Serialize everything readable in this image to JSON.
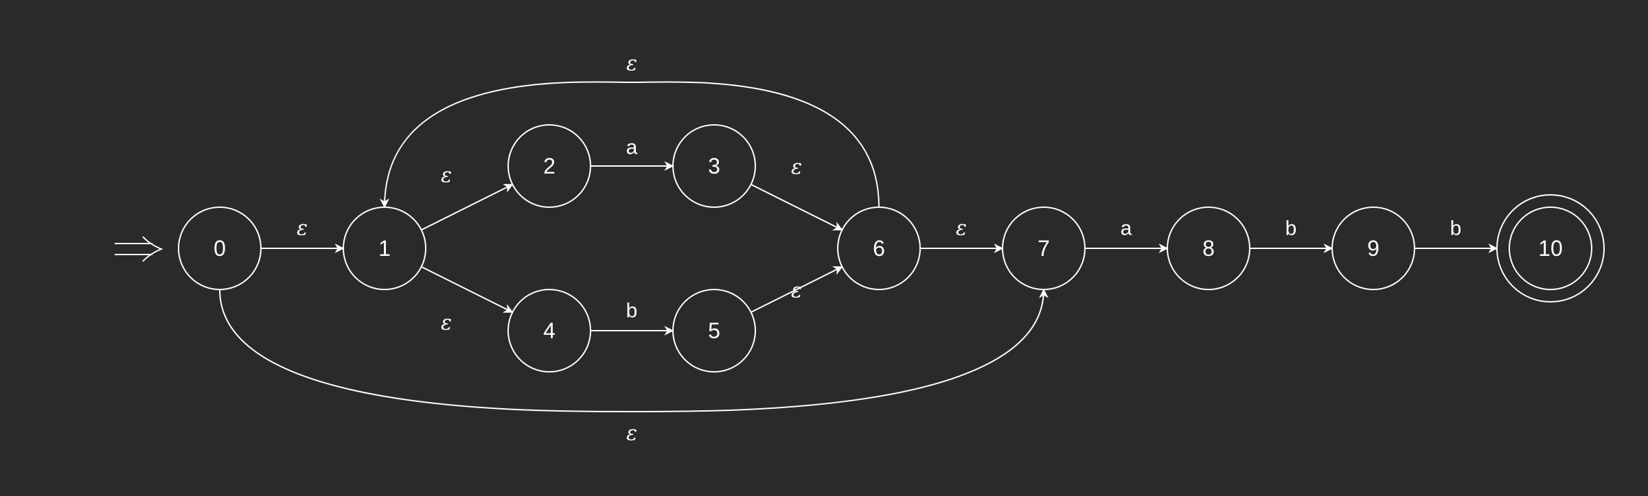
{
  "automaton": {
    "states": [
      {
        "id": "0",
        "label": "0",
        "accepting": false
      },
      {
        "id": "1",
        "label": "1",
        "accepting": false
      },
      {
        "id": "2",
        "label": "2",
        "accepting": false
      },
      {
        "id": "3",
        "label": "3",
        "accepting": false
      },
      {
        "id": "4",
        "label": "4",
        "accepting": false
      },
      {
        "id": "5",
        "label": "5",
        "accepting": false
      },
      {
        "id": "6",
        "label": "6",
        "accepting": false
      },
      {
        "id": "7",
        "label": "7",
        "accepting": false
      },
      {
        "id": "8",
        "label": "8",
        "accepting": false
      },
      {
        "id": "9",
        "label": "9",
        "accepting": false
      },
      {
        "id": "10",
        "label": "10",
        "accepting": true
      }
    ],
    "start_state": "0",
    "transitions": [
      {
        "from": "0",
        "to": "1",
        "label": "ε"
      },
      {
        "from": "1",
        "to": "2",
        "label": "ε"
      },
      {
        "from": "2",
        "to": "3",
        "label": "a"
      },
      {
        "from": "3",
        "to": "6",
        "label": "ε"
      },
      {
        "from": "1",
        "to": "4",
        "label": "ε"
      },
      {
        "from": "4",
        "to": "5",
        "label": "b"
      },
      {
        "from": "5",
        "to": "6",
        "label": "ε"
      },
      {
        "from": "6",
        "to": "1",
        "label": "ε"
      },
      {
        "from": "0",
        "to": "7",
        "label": "ε"
      },
      {
        "from": "6",
        "to": "7",
        "label": "ε"
      },
      {
        "from": "7",
        "to": "8",
        "label": "a"
      },
      {
        "from": "8",
        "to": "9",
        "label": "b"
      },
      {
        "from": "9",
        "to": "10",
        "label": "b"
      }
    ]
  },
  "colors": {
    "background": "#2a2a2a",
    "stroke": "#ffffff"
  }
}
